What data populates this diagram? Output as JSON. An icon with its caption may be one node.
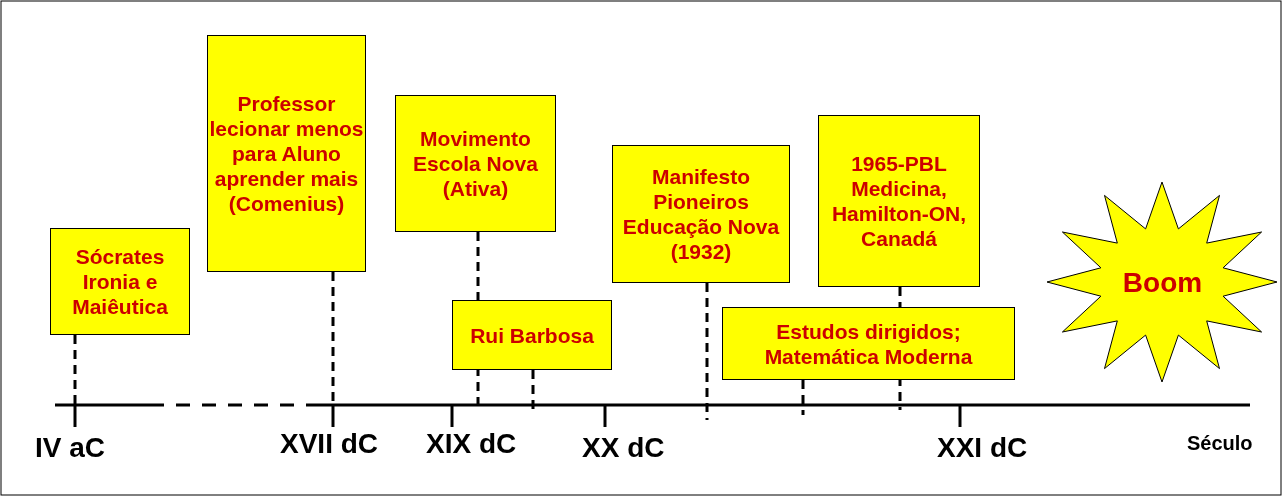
{
  "diagram": {
    "nodes": [
      {
        "text": [
          "Sócrates Ironia e Maiêutica"
        ]
      },
      {
        "text": [
          "Professor lecionar menos para Aluno aprender mais (Comenius)"
        ]
      },
      {
        "text": [
          "Movimento Escola Nova (Ativa)"
        ]
      },
      {
        "text": [
          "Rui Barbosa"
        ]
      },
      {
        "text": [
          "Manifesto Pioneiros Educação Nova (1932)"
        ]
      },
      {
        "text": [
          "1965-PBL Medicina, Hamilton-ON, Canadá"
        ]
      },
      {
        "text": [
          "Estudos dirigidos; Matemática Moderna"
        ]
      },
      {
        "text": [
          "Boom"
        ]
      }
    ],
    "edges": [
      {
        "from": 0,
        "to": null,
        "arrow": "none",
        "style": "dashed"
      },
      {
        "from": 1,
        "to": null,
        "arrow": "none",
        "style": "dashed"
      },
      {
        "from": 2,
        "to": null,
        "arrow": "none",
        "style": "dashed"
      },
      {
        "from": 3,
        "to": null,
        "arrow": "none",
        "style": "dashed"
      },
      {
        "from": 4,
        "to": null,
        "arrow": "none",
        "style": "dashed"
      },
      {
        "from": 5,
        "to": null,
        "arrow": "none",
        "style": "dashed"
      },
      {
        "from": 6,
        "to": null,
        "arrow": "none",
        "style": "dashed"
      }
    ],
    "labels": [
      "IV aC",
      "XVII dC",
      "XIX dC",
      "XX dC",
      "XXI dC",
      "Século"
    ]
  }
}
